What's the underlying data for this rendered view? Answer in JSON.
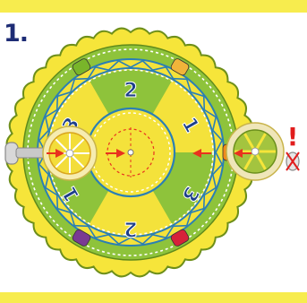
{
  "step": {
    "label": "1."
  },
  "wheel": {
    "segment_numbers": [
      {
        "text": "2"
      },
      {
        "text": "1"
      },
      {
        "text": "3"
      },
      {
        "text": "2"
      },
      {
        "text": "1"
      },
      {
        "text": "3"
      }
    ]
  },
  "warning": {
    "mark": "!"
  },
  "colors": {
    "band": "#f7ec4e",
    "gear_outer": "#f6e53a",
    "gear_edge": "#7a9a1e",
    "ring_green": "#8ec33b",
    "segment_yellow": "#f4e23b",
    "segment_green": "#8ec33b",
    "numbers": "#1d3f8a",
    "arrow": "#e8321e",
    "warning": "#e11d1d",
    "peg_orange": "#f08a1c",
    "peg_purple": "#7a3a93",
    "peg_red": "#d6213a",
    "peg_green": "#79b52a",
    "peg_yellow": "#f1b43a"
  },
  "icons": [
    "gear-wheel-icon",
    "axle-pin-icon",
    "small-wheel-icon",
    "crossed-pin-icon",
    "warning-icon"
  ]
}
